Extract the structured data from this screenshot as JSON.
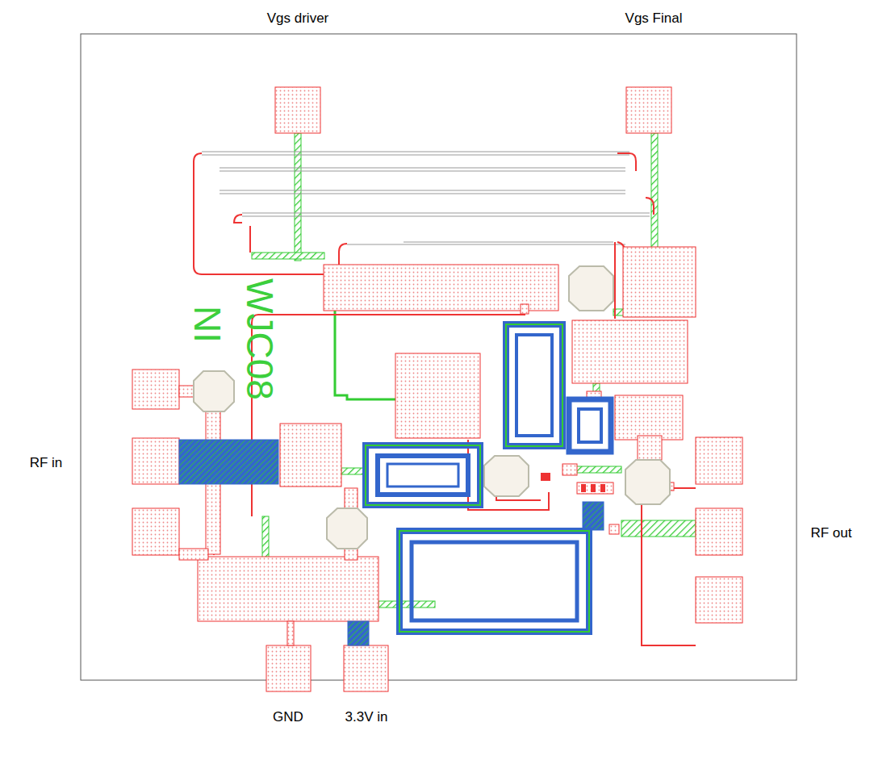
{
  "diagram": {
    "labels": [
      "Vgs driver",
      "Vgs Final",
      "RF in",
      "RF out",
      "GND",
      "3.3V in",
      "NI",
      "WJC08"
    ]
  }
}
